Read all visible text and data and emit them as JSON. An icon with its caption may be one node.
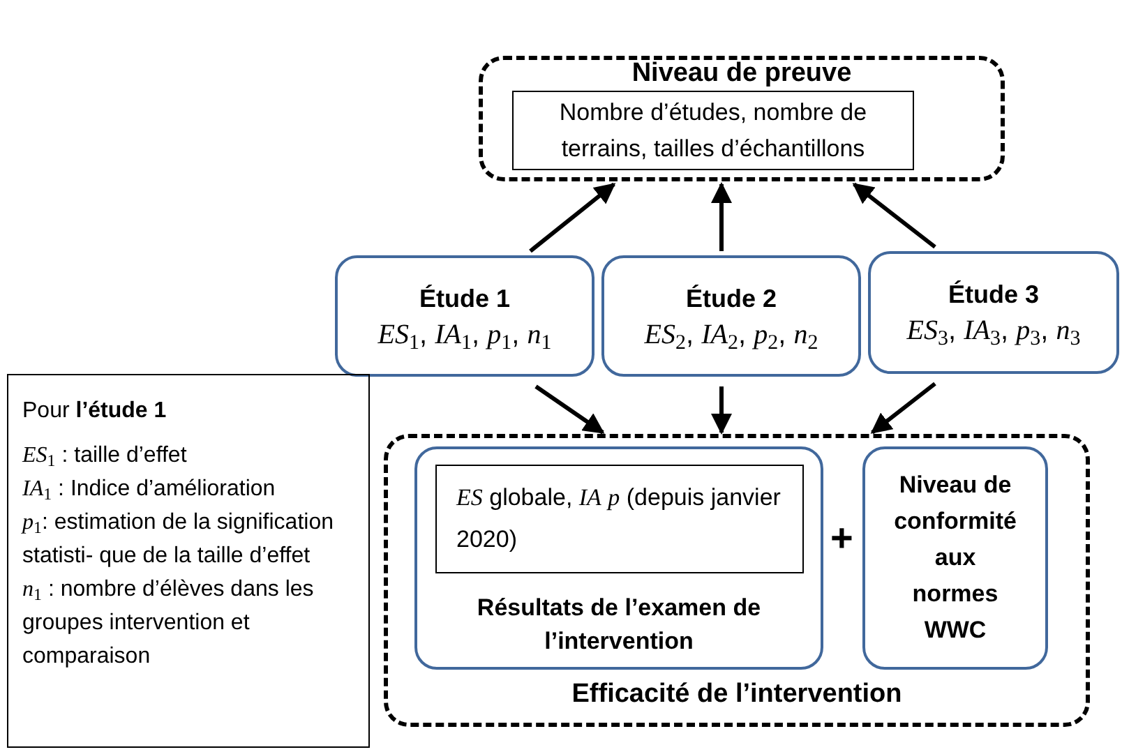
{
  "diagram": {
    "nodes": [
      {
        "text": [
          "Niveau de preuve"
        ]
      },
      {
        "text": [
          "Nombre d’études, nombre de terrains, tailles d’échantillons"
        ],
        "in": 0
      },
      {
        "text": [
          "Étude 1",
          "*ES*$_{1}$, *IA*$_{1}$, *p*$_{1}$, *n*$_{1}$"
        ]
      },
      {
        "text": [
          "Étude 2",
          "*ES*$_{2}$, *IA*$_{2}$, *p*$_{2}$, *n*$_{2}$"
        ]
      },
      {
        "text": [
          "Étude 3",
          "*ES*$_{3}$, *IA*$_{3}$, *p*$_{3}$, *n*$_{3}$"
        ]
      },
      {
        "text": [
          "Efficacité de l’intervention"
        ]
      },
      {
        "text": [
          "Résultats de l’examen de l’intervention"
        ],
        "in": 5
      },
      {
        "text": [
          "*ES* globale, *IA* *p* (depuis janvier 2020)"
        ],
        "in": 6
      },
      {
        "text": [
          "Niveau de conformité aux normes WWC"
        ],
        "in": 5
      },
      {
        "text": [
          "Pour **l’étude 1**",
          "*ES*$_{1}$ : taille d’effet",
          "*IA*$_{1}$ : Indice d’amélioration",
          "*p*$_{1}$: estimation de la signification statisti- que de la taille d’effet",
          "*n*$_{1}$ : nombre d’élèves dans les groupes intervention et comparaison"
        ]
      }
    ],
    "edges": [
      {
        "from": 2,
        "to": 0,
        "arrow": "to"
      },
      {
        "from": 3,
        "to": 0,
        "arrow": "to"
      },
      {
        "from": 4,
        "to": 0,
        "arrow": "to"
      },
      {
        "from": 2,
        "to": 5,
        "arrow": "to"
      },
      {
        "from": 3,
        "to": 5,
        "arrow": "to"
      },
      {
        "from": 4,
        "to": 5,
        "arrow": "to"
      }
    ],
    "labels": [
      "+"
    ]
  }
}
